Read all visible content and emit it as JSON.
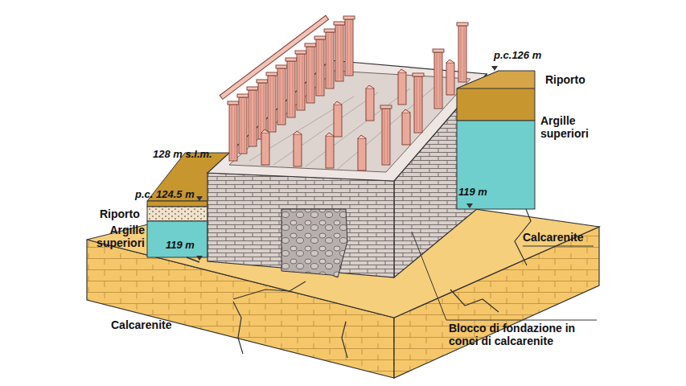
{
  "diagram": {
    "labels": [
      "p.c.126 m",
      "Riporto",
      "Argille superiori",
      "128 m s.l.m.",
      "p.c. 124.5 m",
      "Riporto",
      "Argille superiori",
      "119 m",
      "119 m",
      "Calcarenite",
      "Calcarenite",
      "Blocco di fondazione in conci di calcarenite"
    ]
  }
}
